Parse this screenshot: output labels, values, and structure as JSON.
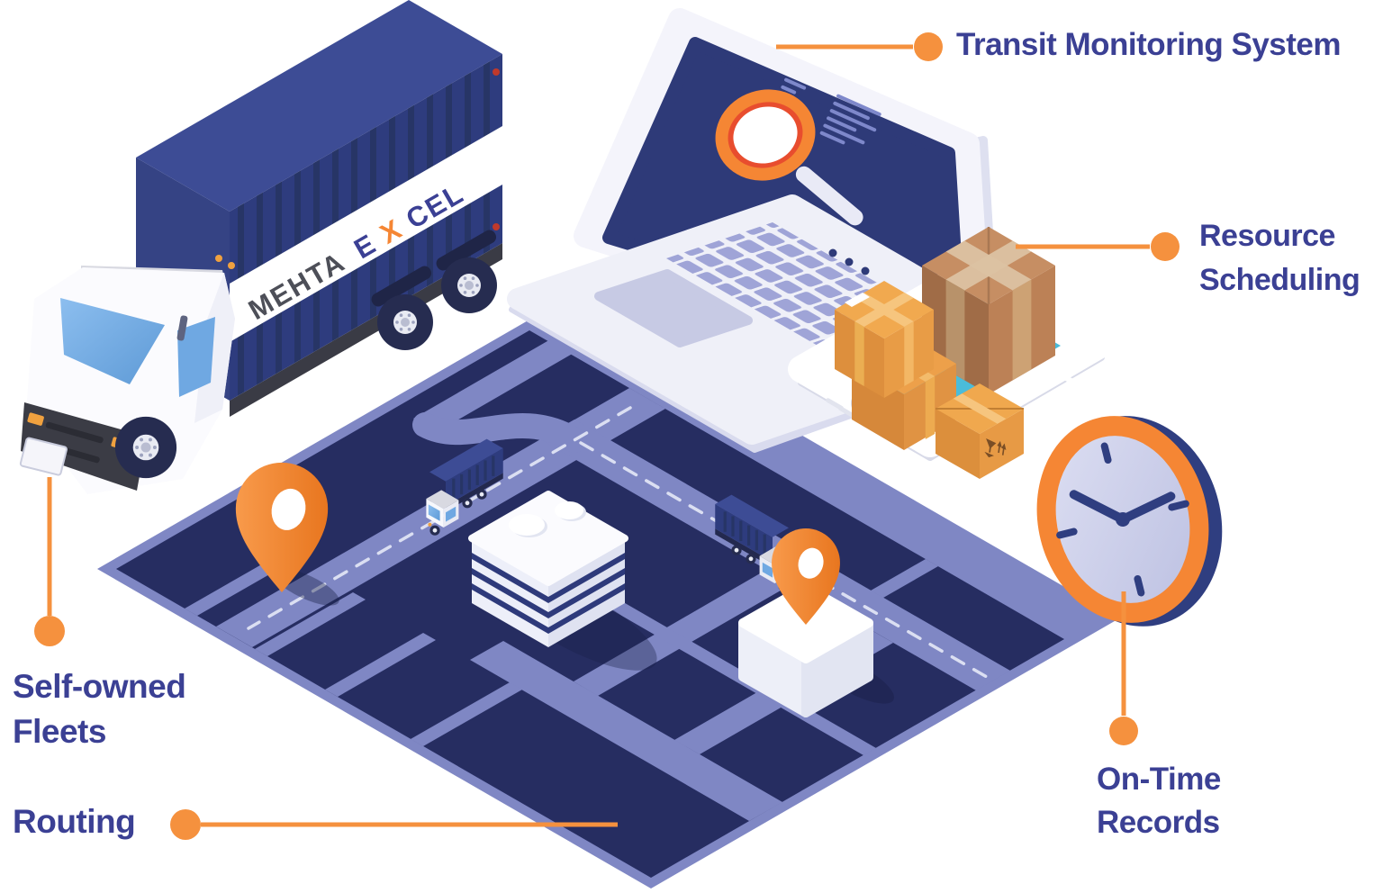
{
  "title": "Logistics services infographic",
  "labels": {
    "transit_monitoring": "Transit Monitoring System",
    "resource_scheduling": [
      "Resource",
      "Scheduling"
    ],
    "self_owned_fleets": [
      "Self-owned",
      "Fleets"
    ],
    "routing": "Routing",
    "on_time_records": [
      "On-Time",
      "Records"
    ]
  },
  "truck_logo": {
    "word": "MEHTA",
    "e": "E",
    "x": "X",
    "cel": "CEL"
  },
  "icons": {
    "magnifier": "magnifier-on-laptop-screen",
    "location_pin": "map-location-pin",
    "clock": "wall-clock",
    "fragile": "fragile-glass-and-arrows"
  },
  "colors": {
    "accent_orange": "#F5913E",
    "magnifier_orange": "#F58634",
    "label_indigo": "#3B4094",
    "screen_navy": "#2E3A78",
    "container_navy": "#2E3C7E",
    "map_block_navy": "#262D61",
    "map_road": "#7F87C4",
    "tablet_teal": "#4EC3DE",
    "box_brown": "#B07A52",
    "box_orange": "#E89C46"
  }
}
